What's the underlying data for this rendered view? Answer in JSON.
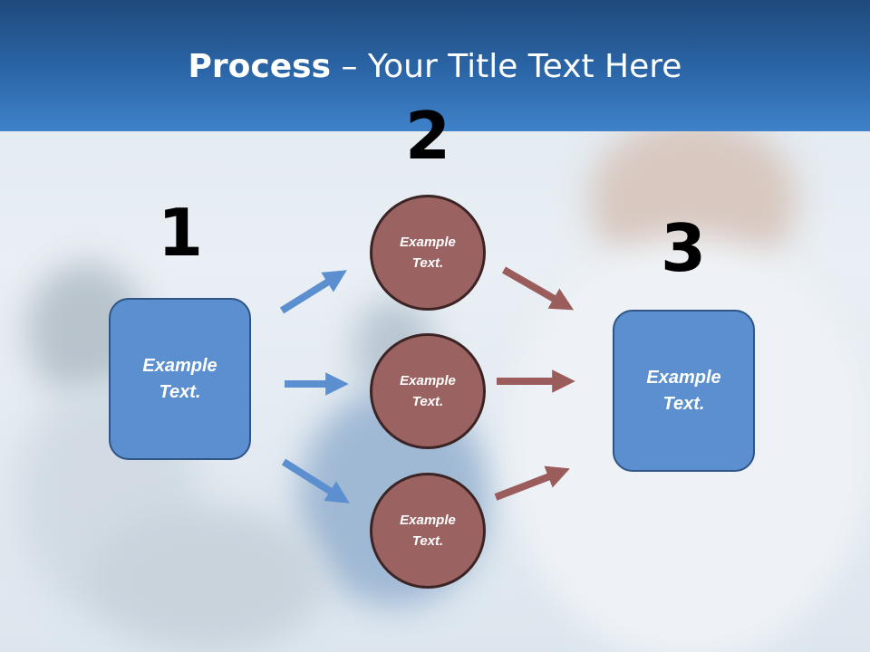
{
  "title": {
    "bold": "Process",
    "rest": " – Your Title Text Here"
  },
  "steps": {
    "one": "1",
    "two": "2",
    "three": "3"
  },
  "nodes": {
    "left_box": "Example\nText.",
    "circle_top": "Example\nText.",
    "circle_mid": "Example\nText.",
    "circle_bottom": "Example\nText.",
    "right_box": "Example\nText."
  },
  "colors": {
    "box_fill": "#5b8fcf",
    "circle_fill": "#9b6262",
    "blue_arrow": "#5b8fcf",
    "brown_arrow": "#9b5c5c",
    "title_band": "#2b66a8"
  }
}
